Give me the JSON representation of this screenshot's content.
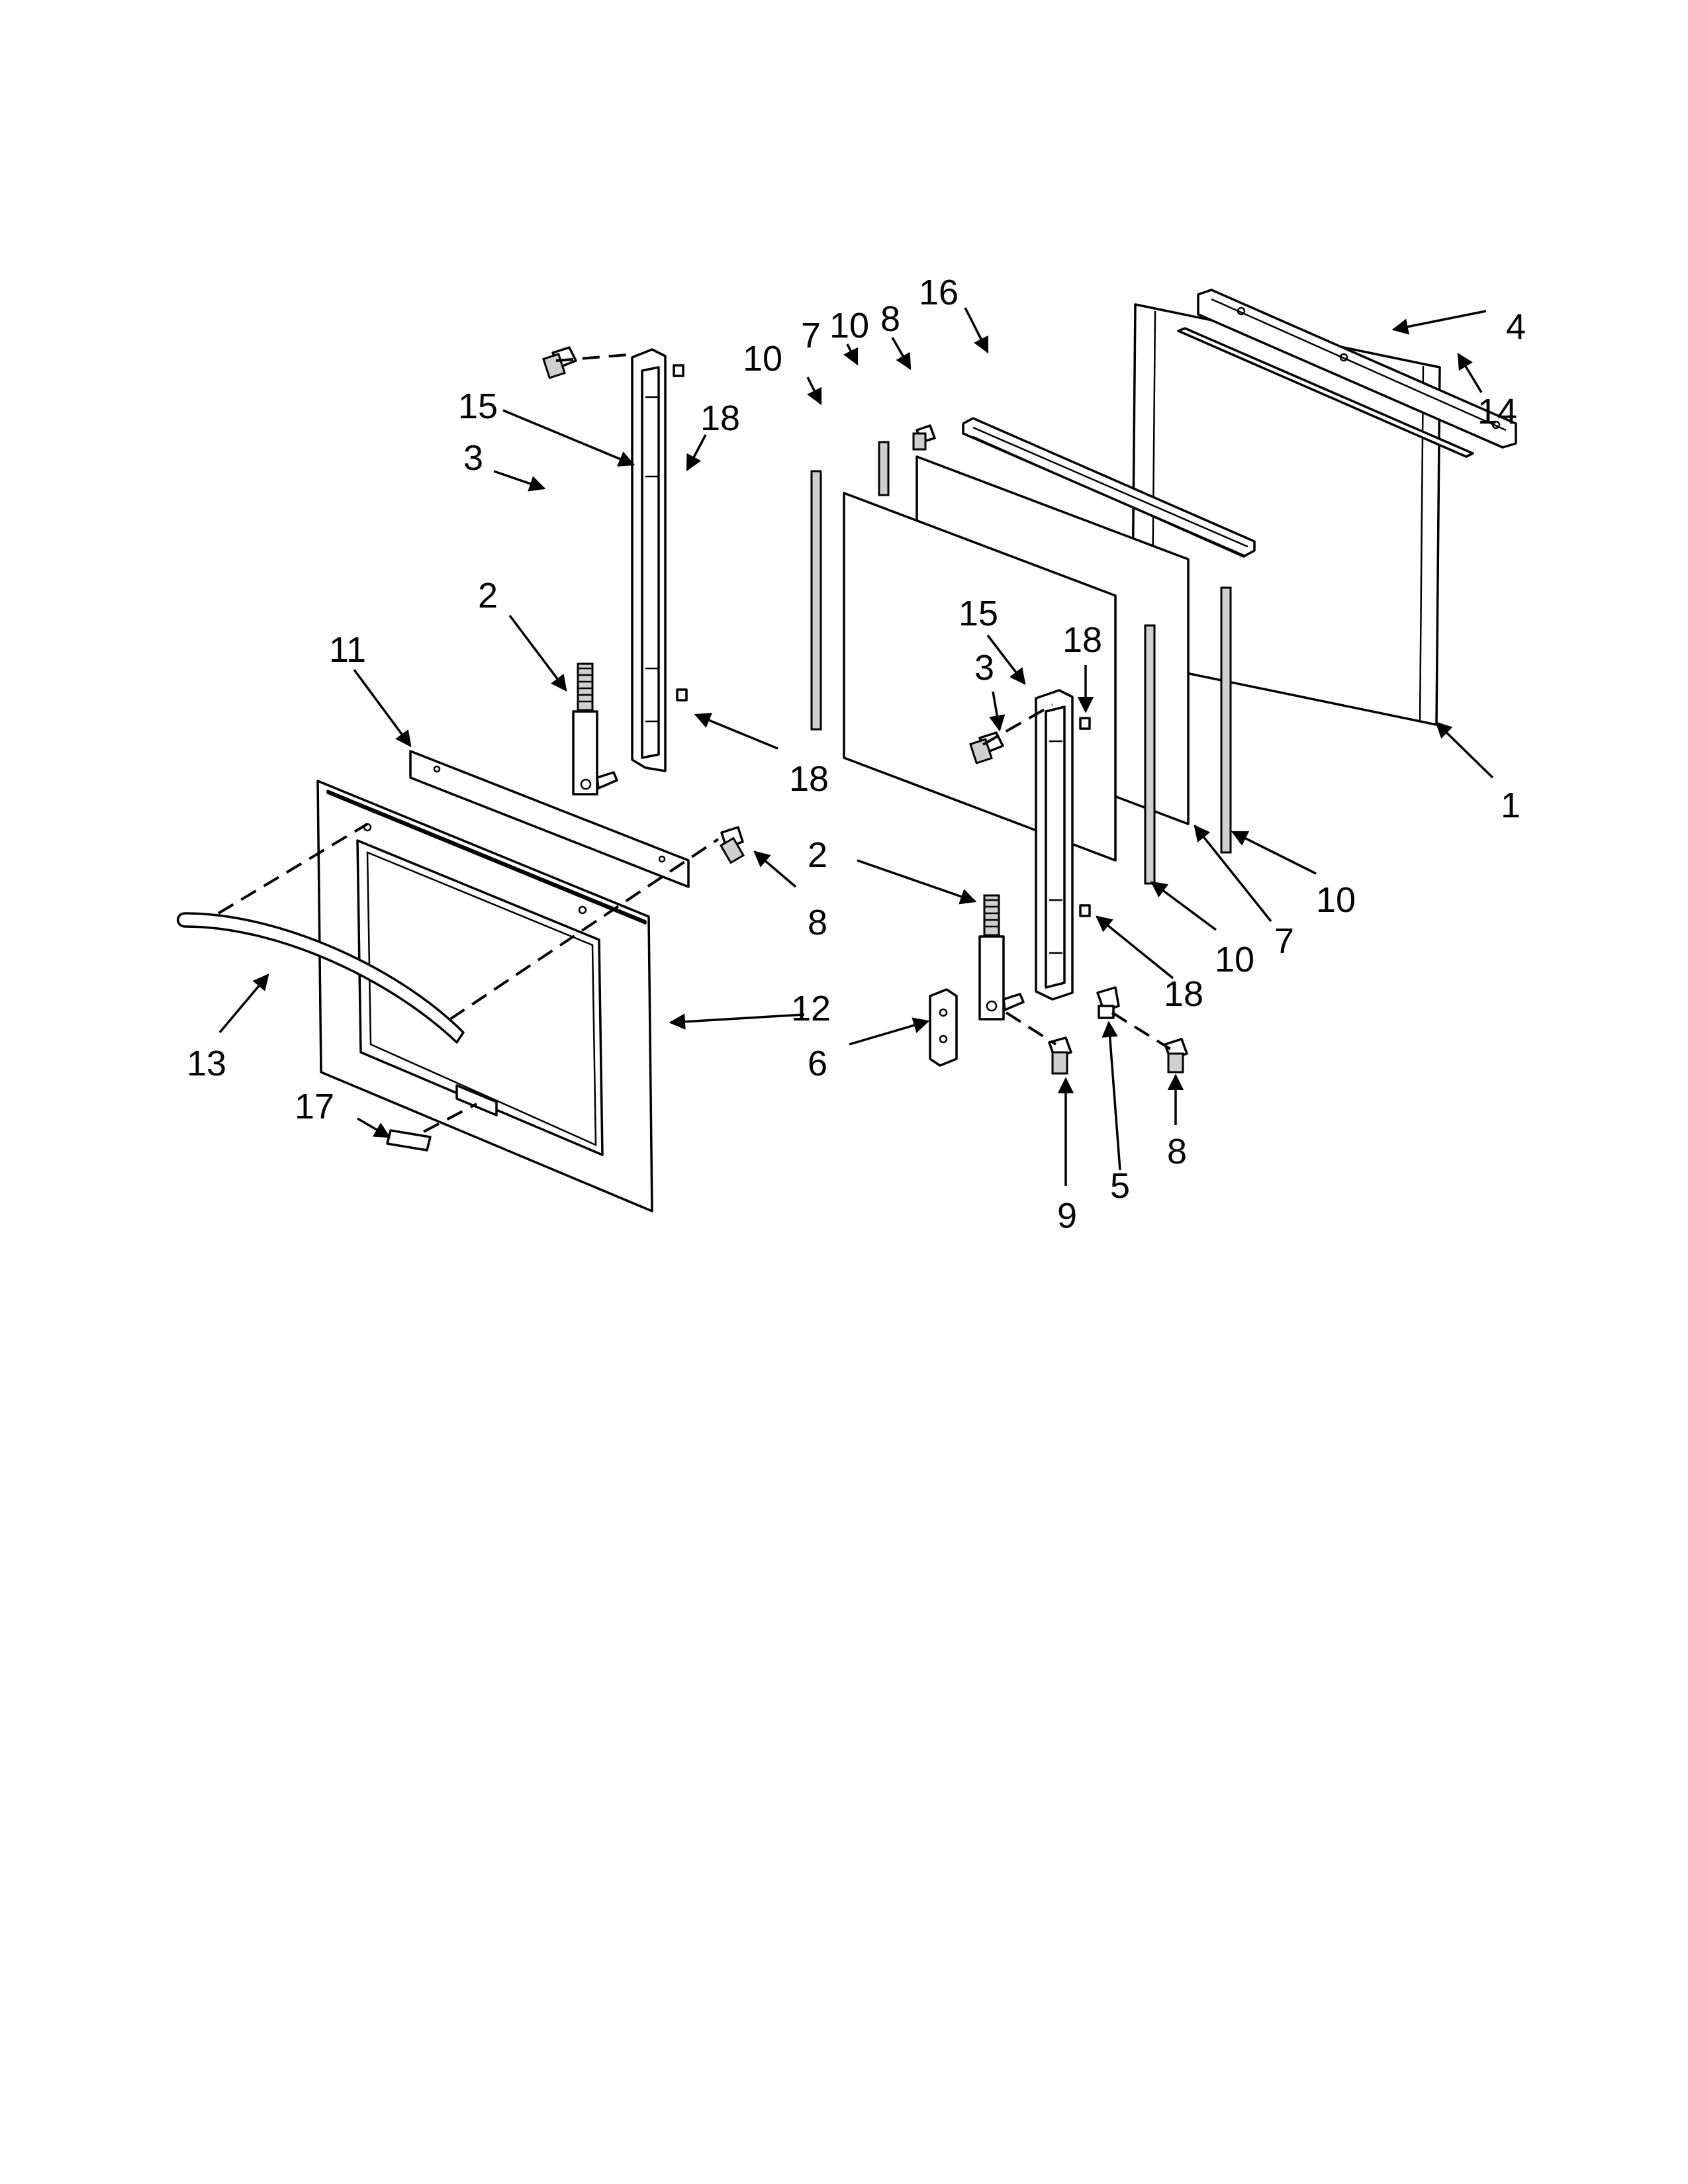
{
  "callouts": {
    "c1": "1",
    "c2a": "2",
    "c2b": "2",
    "c3a": "3",
    "c3b": "3",
    "c4": "4",
    "c5": "5",
    "c6": "6",
    "c7a": "7",
    "c7b": "7",
    "c8a": "8",
    "c8b": "8",
    "c8c": "8",
    "c9": "9",
    "c10a": "10",
    "c10b": "10",
    "c10c": "10",
    "c10d": "10",
    "c11": "11",
    "c12": "12",
    "c13": "13",
    "c14": "14",
    "c15a": "15",
    "c15b": "15",
    "c16": "16",
    "c17": "17",
    "c18a": "18",
    "c18b": "18",
    "c18c": "18",
    "c18d": "18"
  }
}
